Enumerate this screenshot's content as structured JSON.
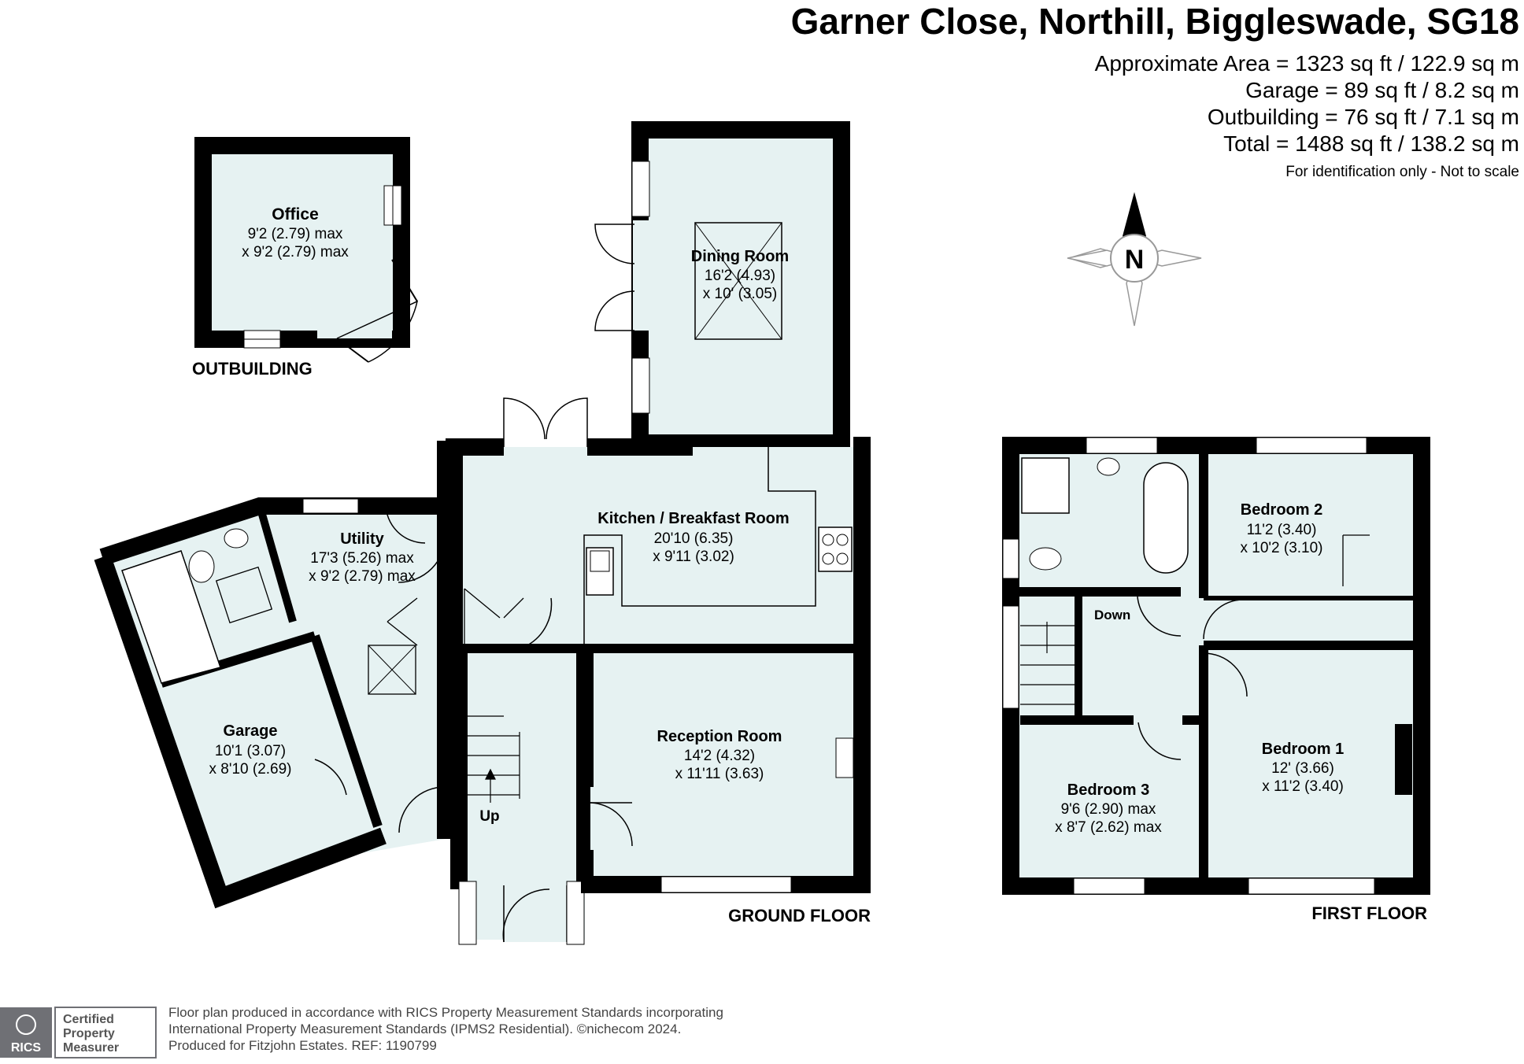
{
  "header": {
    "title": "Garner Close, Northill, Biggleswade, SG18",
    "areas": [
      "Approximate Area = 1323 sq ft / 122.9 sq m",
      "Garage = 89 sq ft / 8.2 sq m",
      "Outbuilding = 76 sq ft / 7.1 sq m",
      "Total = 1488 sq ft / 138.2 sq m"
    ],
    "note": "For identification only - Not to scale"
  },
  "compass": {
    "label": "N"
  },
  "floors": {
    "outbuilding": "OUTBUILDING",
    "ground": "GROUND FLOOR",
    "first": "FIRST FLOOR"
  },
  "rooms": {
    "office": {
      "name": "Office",
      "dim1": "9'2 (2.79) max",
      "dim2": "x 9'2 (2.79) max"
    },
    "dining": {
      "name": "Dining Room",
      "dim1": "16'2 (4.93)",
      "dim2": "x 10' (3.05)"
    },
    "kitchen": {
      "name": "Kitchen / Breakfast Room",
      "dim1": "20'10 (6.35)",
      "dim2": "x 9'11 (3.02)"
    },
    "utility": {
      "name": "Utility",
      "dim1": "17'3 (5.26) max",
      "dim2": "x 9'2 (2.79) max"
    },
    "garage": {
      "name": "Garage",
      "dim1": "10'1 (3.07)",
      "dim2": "x 8'10 (2.69)"
    },
    "reception": {
      "name": "Reception Room",
      "dim1": "14'2 (4.32)",
      "dim2": "x 11'11 (3.63)"
    },
    "bedroom2": {
      "name": "Bedroom 2",
      "dim1": "11'2 (3.40)",
      "dim2": "x 10'2 (3.10)"
    },
    "bedroom1": {
      "name": "Bedroom 1",
      "dim1": "12' (3.66)",
      "dim2": "x 11'2 (3.40)"
    },
    "bedroom3": {
      "name": "Bedroom 3",
      "dim1": "9'6 (2.90) max",
      "dim2": "x 8'7 (2.62) max"
    }
  },
  "stairs": {
    "up": "Up",
    "down": "Down"
  },
  "footer": {
    "logo_text": "RICS",
    "badge": [
      "Certified",
      "Property",
      "Measurer"
    ],
    "lines": [
      "Floor plan produced in accordance with RICS Property Measurement Standards incorporating",
      "International Property Measurement Standards (IPMS2 Residential).  ©nichecom 2024.",
      "Produced for Fitzjohn Estates.   REF:  1190799"
    ]
  },
  "colors": {
    "floor": "#e6f2f2",
    "wall": "#000000",
    "text": "#000000"
  }
}
